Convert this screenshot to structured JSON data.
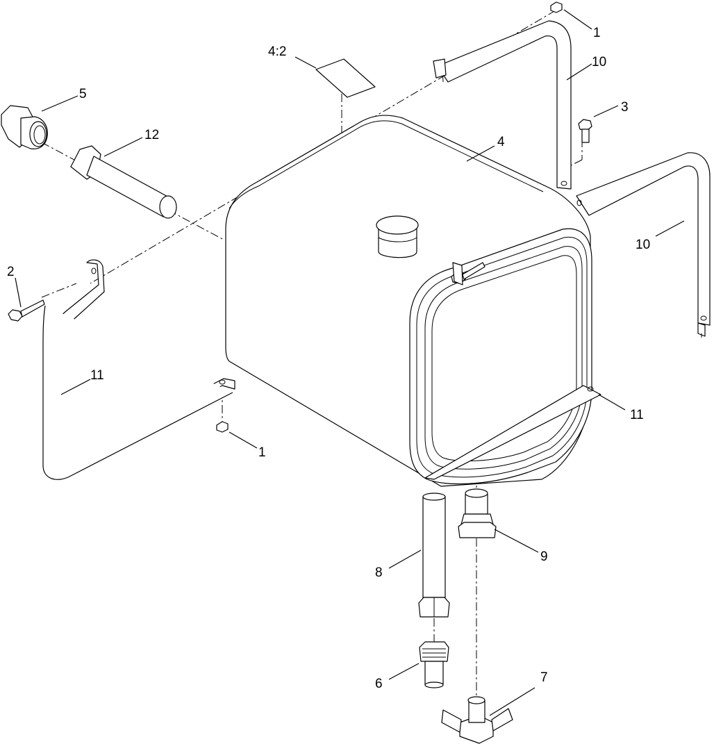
{
  "diagram": {
    "callouts": [
      {
        "id": "c1a",
        "text": "1"
      },
      {
        "id": "c1b",
        "text": "1"
      },
      {
        "id": "c2",
        "text": "2"
      },
      {
        "id": "c3",
        "text": "3"
      },
      {
        "id": "c4",
        "text": "4"
      },
      {
        "id": "c42",
        "text": "4:2"
      },
      {
        "id": "c5",
        "text": "5"
      },
      {
        "id": "c6",
        "text": "6"
      },
      {
        "id": "c7",
        "text": "7"
      },
      {
        "id": "c8",
        "text": "8"
      },
      {
        "id": "c9",
        "text": "9"
      },
      {
        "id": "c10a",
        "text": "10"
      },
      {
        "id": "c10b",
        "text": "10"
      },
      {
        "id": "c11a",
        "text": "11"
      },
      {
        "id": "c11b",
        "text": "11"
      },
      {
        "id": "c12",
        "text": "12"
      }
    ]
  }
}
